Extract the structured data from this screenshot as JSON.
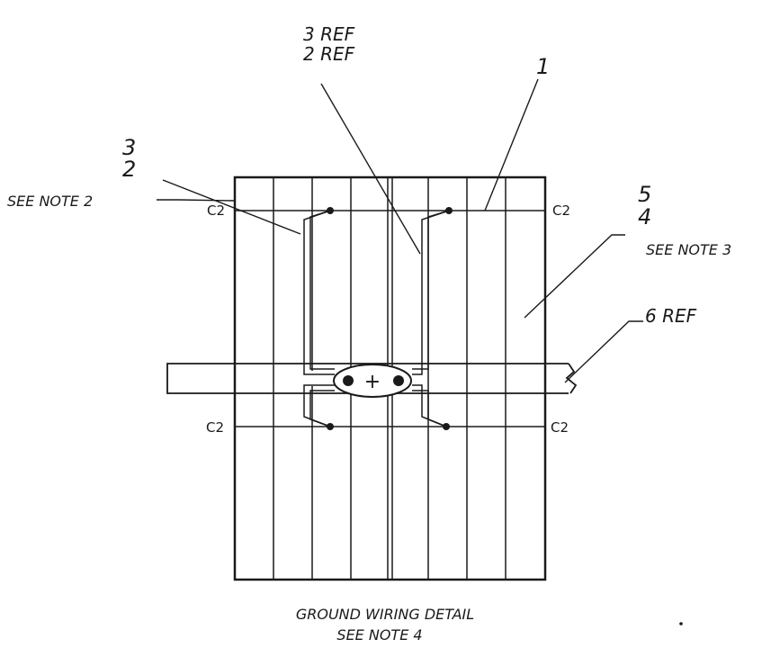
{
  "callouts": {
    "top_ref_3": "3 REF",
    "top_ref_2": "2 REF",
    "top_item_1": "1",
    "left_item_3": "3",
    "left_item_2": "2",
    "left_note": "SEE NOTE 2",
    "right_item_5": "5",
    "right_item_4": "4",
    "right_note": "SEE NOTE 3",
    "right_ref_6": "6 REF"
  },
  "markers": {
    "c2_top_left": "C2",
    "c2_top_right": "C2",
    "c2_bottom_left": "C2",
    "c2_bottom_right": "C2",
    "connector_plus": "+"
  },
  "caption": {
    "title": "GROUND WIRING DETAIL",
    "note": "SEE NOTE 4"
  }
}
